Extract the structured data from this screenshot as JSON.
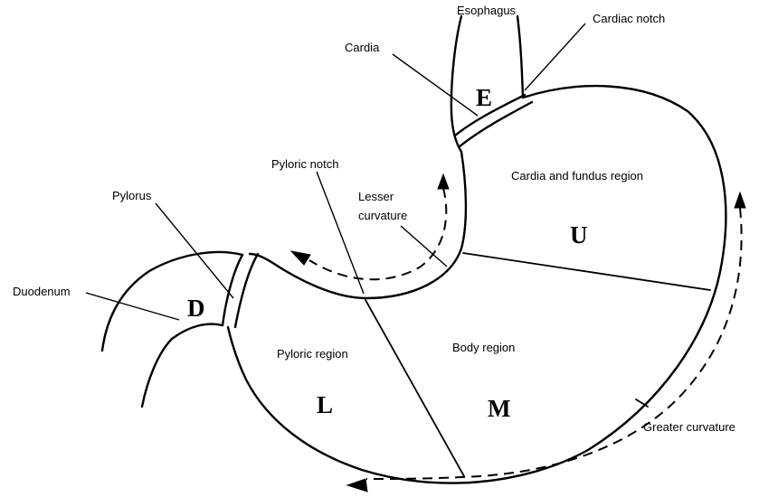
{
  "labels": {
    "esophagus": "Esophagus",
    "cardiac_notch": "Cardiac notch",
    "cardia": "Cardia",
    "pyloric_notch": "Pyloric notch",
    "lesser_curvature_line1": "Lesser",
    "lesser_curvature_line2": "curvature",
    "cardia_fundus_region": "Cardia and fundus region",
    "pylorus": "Pylorus",
    "duodenum": "Duodenum",
    "pyloric_region": "Pyloric region",
    "body_region": "Body region",
    "greater_curvature": "Greater curvature"
  },
  "region_letters": {
    "esophagus": "E",
    "upper": "U",
    "duodenum": "D",
    "lower": "L",
    "middle": "M"
  }
}
